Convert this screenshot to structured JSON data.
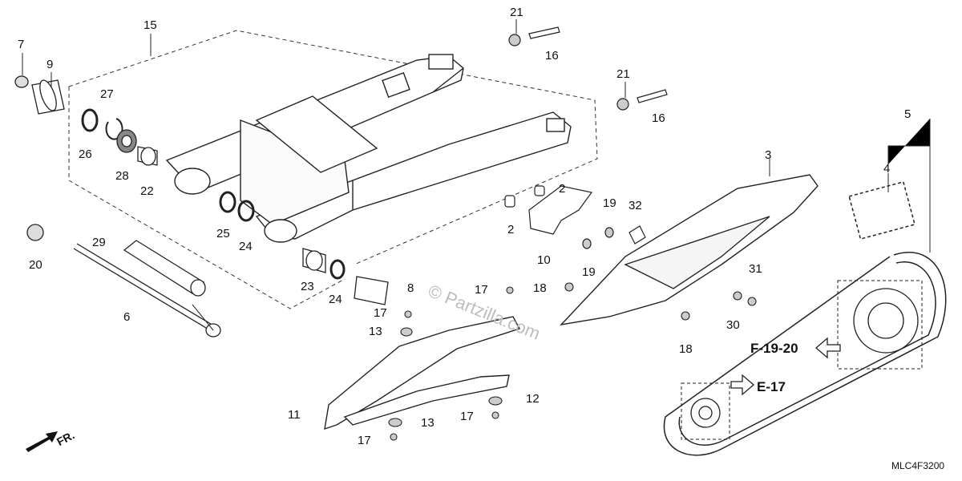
{
  "diagram": {
    "part_numbers": [
      "15",
      "7",
      "9",
      "27",
      "26",
      "28",
      "22",
      "25",
      "24",
      "23",
      "20",
      "29",
      "6",
      "8",
      "21",
      "16",
      "2",
      "10",
      "19",
      "32",
      "3",
      "5",
      "4",
      "31",
      "30",
      "18",
      "17",
      "13",
      "12",
      "11"
    ],
    "labels": {
      "p15": "15",
      "p7": "7",
      "p9": "9",
      "p27": "27",
      "p26": "26",
      "p28": "28",
      "p22": "22",
      "p25": "25",
      "p24a": "24",
      "p24b": "24",
      "p23": "23",
      "p20": "20",
      "p29": "29",
      "p6": "6",
      "p8": "8",
      "p21a": "21",
      "p16a": "16",
      "p21b": "21",
      "p16b": "16",
      "p2a": "2",
      "p2b": "2",
      "p10": "10",
      "p19a": "19",
      "p19b": "19",
      "p32": "32",
      "p3": "3",
      "p5": "5",
      "p4": "4",
      "p31": "31",
      "p30": "30",
      "p18a": "18",
      "p18b": "18",
      "p17a": "17",
      "p17b": "17",
      "p17c": "17",
      "p17d": "17",
      "p13a": "13",
      "p13b": "13",
      "p12": "12",
      "p11": "11"
    },
    "references": {
      "ref1": "F-19-20",
      "ref2": "E-17"
    },
    "watermark": "© Partzilla.com",
    "direction": "FR.",
    "diagram_code": "MLC4F3200"
  }
}
